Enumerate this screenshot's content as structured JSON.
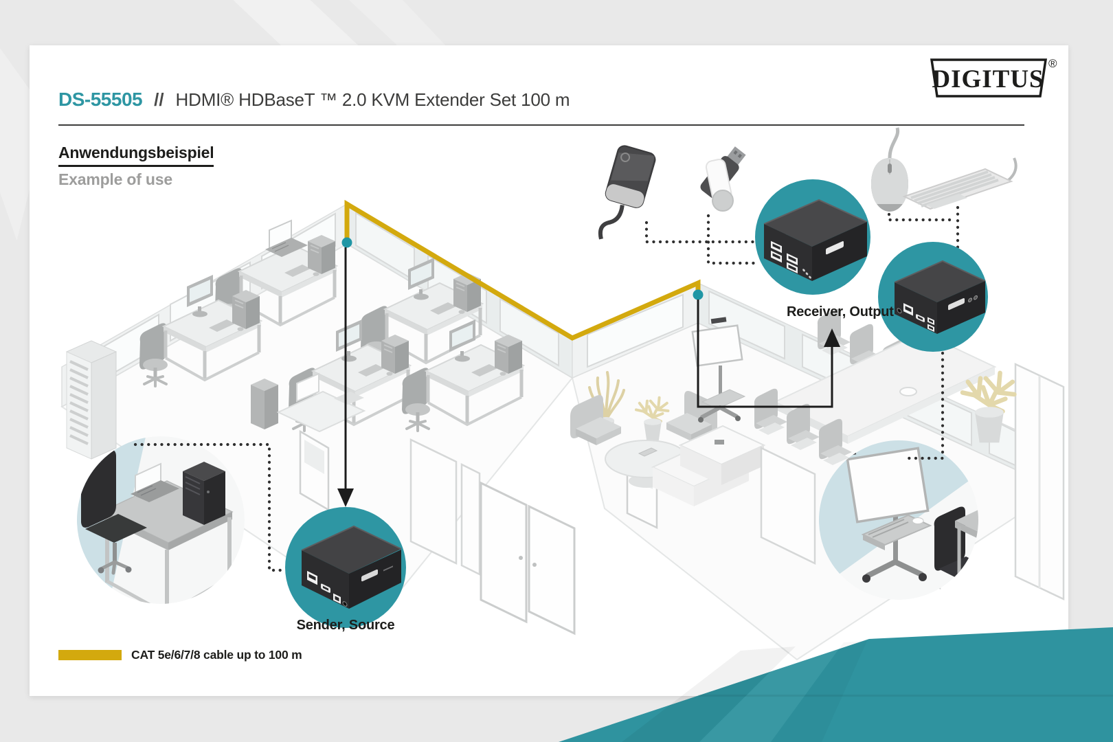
{
  "header": {
    "product_code": "DS-55505",
    "separator": "//",
    "title": "HDMI® HDBaseT ™ 2.0 KVM Extender Set 100 m"
  },
  "logo": {
    "text": "DIGITUS",
    "registered": "®"
  },
  "section": {
    "title_de": "Anwendungsbeispiel",
    "title_en": "Example of use"
  },
  "diagram": {
    "receiver_label": "Receiver, Output",
    "sender_label": "Sender, Source",
    "peripheral_icons": [
      "external-hdd-icon",
      "usb-stick-icon",
      "mouse-icon",
      "keyboard-icon"
    ],
    "callout_icons": [
      "workstation-callout",
      "sender-device",
      "receiver-device-front",
      "receiver-device-ports",
      "presentation-display-callout"
    ]
  },
  "legend": {
    "label": "CAT 5e/6/7/8 cable up to 100 m"
  },
  "colors": {
    "accent_teal": "#2E96A3",
    "corner_teal": "#2F939F",
    "cable_yellow": "#D3A90E",
    "node_dot": "#1F96A5",
    "heading_gray": "#9D9D9C",
    "text_dark": "#1D1D1B",
    "circle_blue": "#CCE0E6",
    "card_bg": "#FFFFFF",
    "page_bg": "#E9E9E9"
  }
}
